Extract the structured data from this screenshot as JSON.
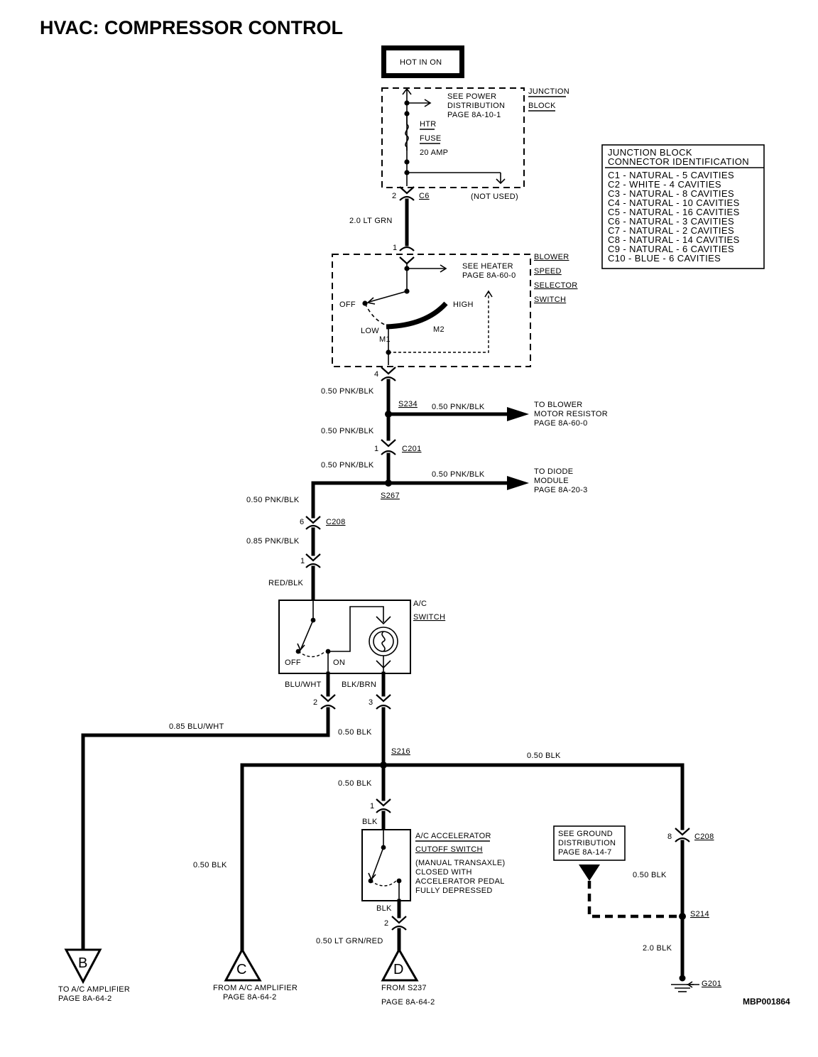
{
  "title": "HVAC:  COMPRESSOR CONTROL",
  "hot_in_on": "HOT IN ON",
  "junction_block": {
    "label_line1": "JUNCTION",
    "label_line2": "BLOCK",
    "see_power_1": "SEE POWER",
    "see_power_2": "DISTRIBUTION",
    "see_power_3": "PAGE 8A-10-1",
    "fuse_1": "HTR",
    "fuse_2": "FUSE",
    "fuse_3": "20 AMP",
    "not_used": "(NOT USED)",
    "pin": "2",
    "connector": "C6"
  },
  "jb_table": {
    "header_1": "JUNCTION BLOCK",
    "header_2": "CONNECTOR IDENTIFICATION",
    "rows": [
      "C1 - NATURAL - 5 CAVITIES",
      "C2 - WHITE - 4 CAVITIES",
      "C3 - NATURAL - 8 CAVITIES",
      "C4 - NATURAL - 10 CAVITIES",
      "C5 - NATURAL - 16 CAVITIES",
      "C6 - NATURAL - 3 CAVITIES",
      "C7 - NATURAL - 2 CAVITIES",
      "C8 - NATURAL - 14 CAVITIES",
      "C9 - NATURAL - 6 CAVITIES",
      "C10 - BLUE - 6 CAVITIES"
    ]
  },
  "blower_switch": {
    "label_1": "BLOWER",
    "label_2": "SPEED",
    "label_3": "SELECTOR",
    "label_4": "SWITCH",
    "see_heater_1": "SEE HEATER",
    "see_heater_2": "PAGE 8A-60-0",
    "off": "OFF",
    "high": "HIGH",
    "low": "LOW",
    "m1": "M1",
    "m2": "M2",
    "pin_in": "1",
    "pin_out": "4"
  },
  "wires": {
    "w_ltgrn": "2.0 LT GRN",
    "w_pnk1": "0.50 PNK/BLK",
    "w_pnk2": "0.50 PNK/BLK",
    "w_pnk3": "0.50 PNK/BLK",
    "w_pnk_blower": "0.50 PNK/BLK",
    "w_pnk_diode": "0.50 PNK/BLK",
    "w_pnk4": "0.50 PNK/BLK",
    "w_pnk085": "0.85 PNK/BLK",
    "w_redblk": "RED/BLK",
    "w_bluwht": "BLU/WHT",
    "w_blkbrn": "BLK/BRN",
    "w_bluwht085": "0.85 BLU/WHT",
    "w_blk_a": "0.50 BLK",
    "w_blk_right": "0.50 BLK",
    "w_blk_down": "0.50 BLK",
    "w_blk_label": "BLK",
    "w_blk_left": "0.50 BLK",
    "w_blk_out": "BLK",
    "w_ltgrnred": "0.50 LT GRN/RED",
    "w_blk_s214": "0.50 BLK",
    "w_blk_20": "2.0 BLK"
  },
  "splices": {
    "s234": "S234",
    "s267": "S267",
    "s216": "S216",
    "s214": "S214"
  },
  "connectors": {
    "c201": "C201",
    "c201_pin": "1",
    "c208": "C208",
    "c208_pin_top": "6",
    "c208_pin_bottom": "1",
    "ac_pin_2": "2",
    "ac_pin_3": "3",
    "acc_pin_1": "1",
    "acc_pin_2": "2",
    "c208_right": "C208",
    "c208_right_pin": "8",
    "ground": "G201"
  },
  "destinations": {
    "blower_1": "TO BLOWER",
    "blower_2": "MOTOR RESISTOR",
    "blower_3": "PAGE 8A-60-0",
    "diode_1": "TO DIODE",
    "diode_2": "MODULE",
    "diode_3": "PAGE 8A-20-3"
  },
  "ac_switch": {
    "label_1": "A/C",
    "label_2": "SWITCH",
    "off": "OFF",
    "on": "ON"
  },
  "accel_switch": {
    "label_1": "A/C ACCELERATOR",
    "label_2": "CUTOFF SWITCH",
    "note_1": "(MANUAL TRANSAXLE)",
    "note_2": "CLOSED WITH",
    "note_3": "ACCELERATOR PEDAL",
    "note_4": "FULLY DEPRESSED"
  },
  "ground_dist": {
    "line_1": "SEE GROUND",
    "line_2": "DISTRIBUTION",
    "line_3": "PAGE 8A-14-7"
  },
  "terminals": {
    "b_letter": "B",
    "b_line1": "TO A/C AMPLIFIER",
    "b_line2": "PAGE 8A-64-2",
    "c_letter": "C",
    "c_line1": "FROM A/C AMPLIFIER",
    "c_line2": "PAGE 8A-64-2",
    "d_letter": "D",
    "d_line1": "FROM S237",
    "d_line2": "PAGE 8A-64-2"
  },
  "figure_code": "MBP001864"
}
